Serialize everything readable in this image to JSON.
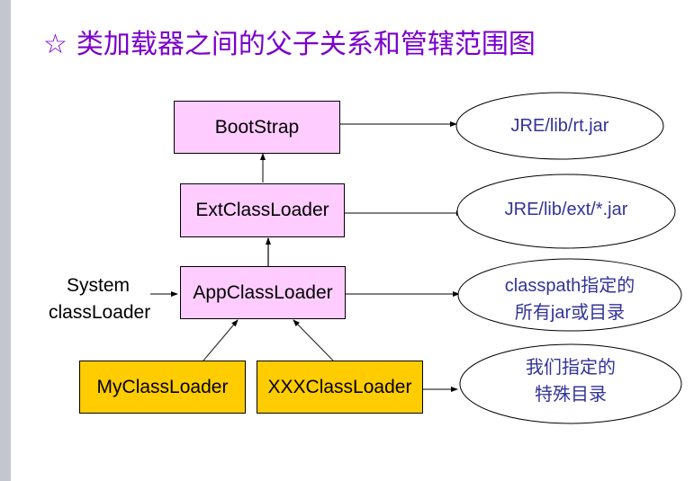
{
  "title": {
    "icon": "☆",
    "text": "类加载器之间的父子关系和管辖范围图"
  },
  "colors": {
    "title": "#7a00cc",
    "loader_box_builtin": "#ffccff",
    "loader_box_custom": "#ffcc00",
    "scope_text": "#333399"
  },
  "loaders": {
    "bootstrap": "BootStrap",
    "ext": "ExtClassLoader",
    "app": "AppClassLoader",
    "my": "MyClassLoader",
    "xxx": "XXXClassLoader"
  },
  "scopes": {
    "bootstrap": [
      "JRE/lib/rt.jar"
    ],
    "ext": [
      "JRE/lib/ext/*.jar"
    ],
    "app": [
      "classpath指定的",
      "所有jar或目录"
    ],
    "custom": [
      "我们指定的",
      "特殊目录"
    ]
  },
  "side_label": [
    "System",
    "classLoader"
  ],
  "relations": [
    {
      "child": "ExtClassLoader",
      "parent": "BootStrap"
    },
    {
      "child": "AppClassLoader",
      "parent": "ExtClassLoader"
    },
    {
      "child": "MyClassLoader",
      "parent": "AppClassLoader"
    },
    {
      "child": "XXXClassLoader",
      "parent": "AppClassLoader"
    }
  ]
}
